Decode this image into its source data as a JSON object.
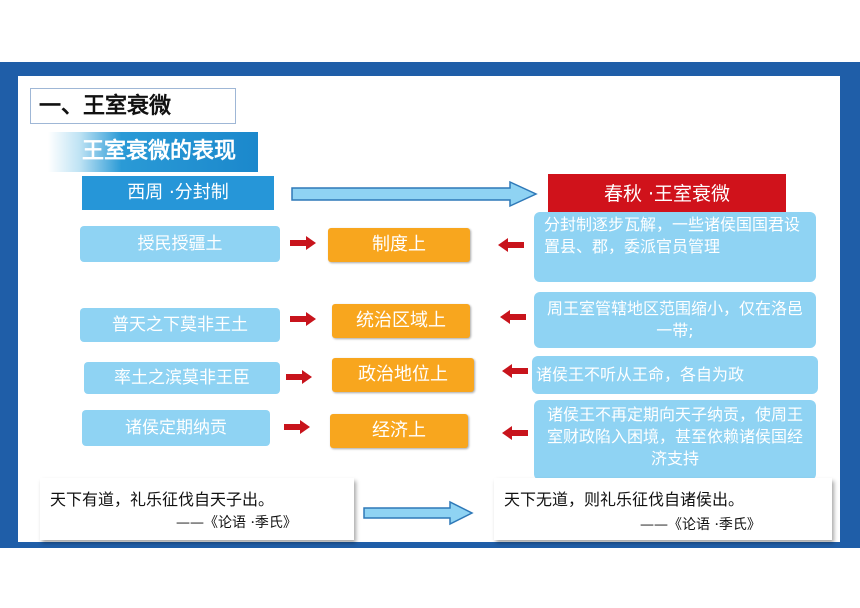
{
  "heading": "一、王室衰微",
  "subheading": "王室衰微的表现",
  "left_header": "西周 ·分封制",
  "right_header": "春秋 ·王室衰微",
  "rows": [
    {
      "left": "授民授疆土",
      "middle": "制度上",
      "right": "分封制逐步瓦解，一些诸侯国国君设置县、郡，委派官员管理"
    },
    {
      "left": "普天之下莫非王土",
      "middle": "统治区域上",
      "right": "周王室管辖地区范围缩小，仅在洛邑一带;"
    },
    {
      "left": "率土之滨莫非王臣",
      "middle": "政治地位上",
      "right": "诸侯王不听从王命，各自为政"
    },
    {
      "left": "诸侯定期纳贡",
      "middle": "经济上",
      "right": "诸侯王不再定期向天子纳贡，使周王室财政陷入困境，甚至依赖诸侯国经济支持"
    }
  ],
  "quote_left": {
    "text": "天下有道，礼乐征伐自天子出。",
    "source": "——《论语 ·季氏》"
  },
  "quote_right": {
    "text": "天下无道，则礼乐征伐自诸侯出。",
    "source": "——《论语 ·季氏》"
  },
  "colors": {
    "frame": "#1f5ea8",
    "blue": "#2696d8",
    "light_blue": "#8fd3f3",
    "orange": "#f8a61e",
    "red": "#d0121b",
    "arrow_red": "#c8141c"
  }
}
